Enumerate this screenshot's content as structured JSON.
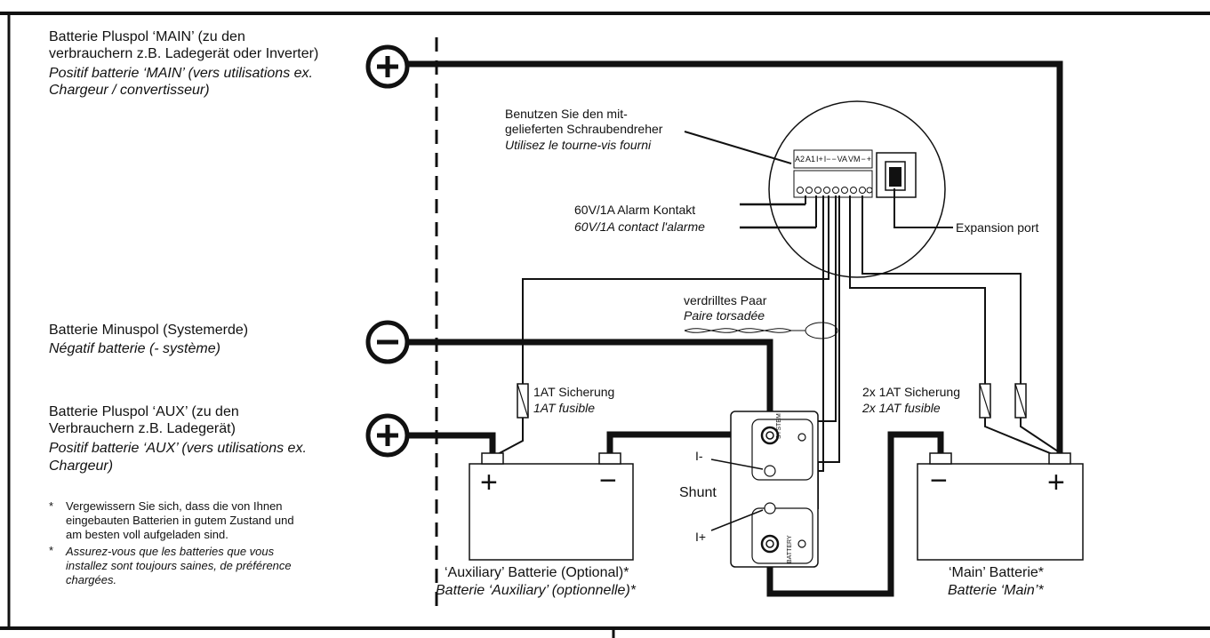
{
  "labels": {
    "main_pos_de": [
      "Batterie Pluspol ‘MAIN’ (zu den",
      "verbrauchern z.B. Ladegerät oder Inverter)"
    ],
    "main_pos_fr": [
      "Positif batterie ‘MAIN’ (vers utilisations ex.",
      "Chargeur / convertisseur)"
    ],
    "screwdriver_de": [
      "Benutzen Sie den mit-",
      "gelieferten Schraubendreher"
    ],
    "screwdriver_fr": "Utilisez le tourne-vis fourni",
    "alarm_de": "60V/1A Alarm Kontakt",
    "alarm_fr": "60V/1A contact l'alarme",
    "expansion_port": "Expansion port",
    "twisted_de": "verdrilltes Paar",
    "twisted_fr": "Paire torsadée",
    "neg_de": "Batterie Minuspol (Systemerde)",
    "neg_fr": "Négatif batterie (- système)",
    "fuse_left_de": "1AT Sicherung",
    "fuse_left_fr": "1AT fusible",
    "fuse_right_de": "2x 1AT Sicherung",
    "fuse_right_fr": "2x 1AT fusible",
    "aux_pos_de": [
      "Batterie Pluspol ‘AUX’ (zu den",
      "Verbrauchern z.B. Ladegerät)"
    ],
    "aux_pos_fr": [
      "Positif batterie ‘AUX’ (vers utilisations ex.",
      "Chargeur)"
    ],
    "shunt": "Shunt",
    "i_minus": "I-",
    "i_plus": "I+",
    "shunt_system": "SYSTEM",
    "shunt_battery": "BATTERY",
    "note_de": [
      "Vergewissern Sie sich, dass die von Ihnen",
      "eingebauten Batterien in gutem Zustand und",
      "am besten voll aufgeladen sind."
    ],
    "note_fr": [
      "Assurez-vous que les batteries que vous",
      "installez sont toujours saines, de préférence",
      "chargées."
    ],
    "note_star": "*",
    "aux_battery_de": "‘Auxiliary’ Batterie (Optional)*",
    "aux_battery_fr": "Batterie ‘Auxiliary’  (optionnelle)*",
    "main_battery_de": "‘Main’ Batterie*",
    "main_battery_fr": "Batterie ‘Main’*",
    "plus_symbol": "+",
    "minus_symbol": "−",
    "terminal_labels": [
      "A2",
      "A1",
      "I+",
      "I−",
      "−",
      "VA",
      "VM",
      "−",
      "+"
    ]
  },
  "colors": {
    "line": "#111111",
    "background": "#ffffff"
  }
}
